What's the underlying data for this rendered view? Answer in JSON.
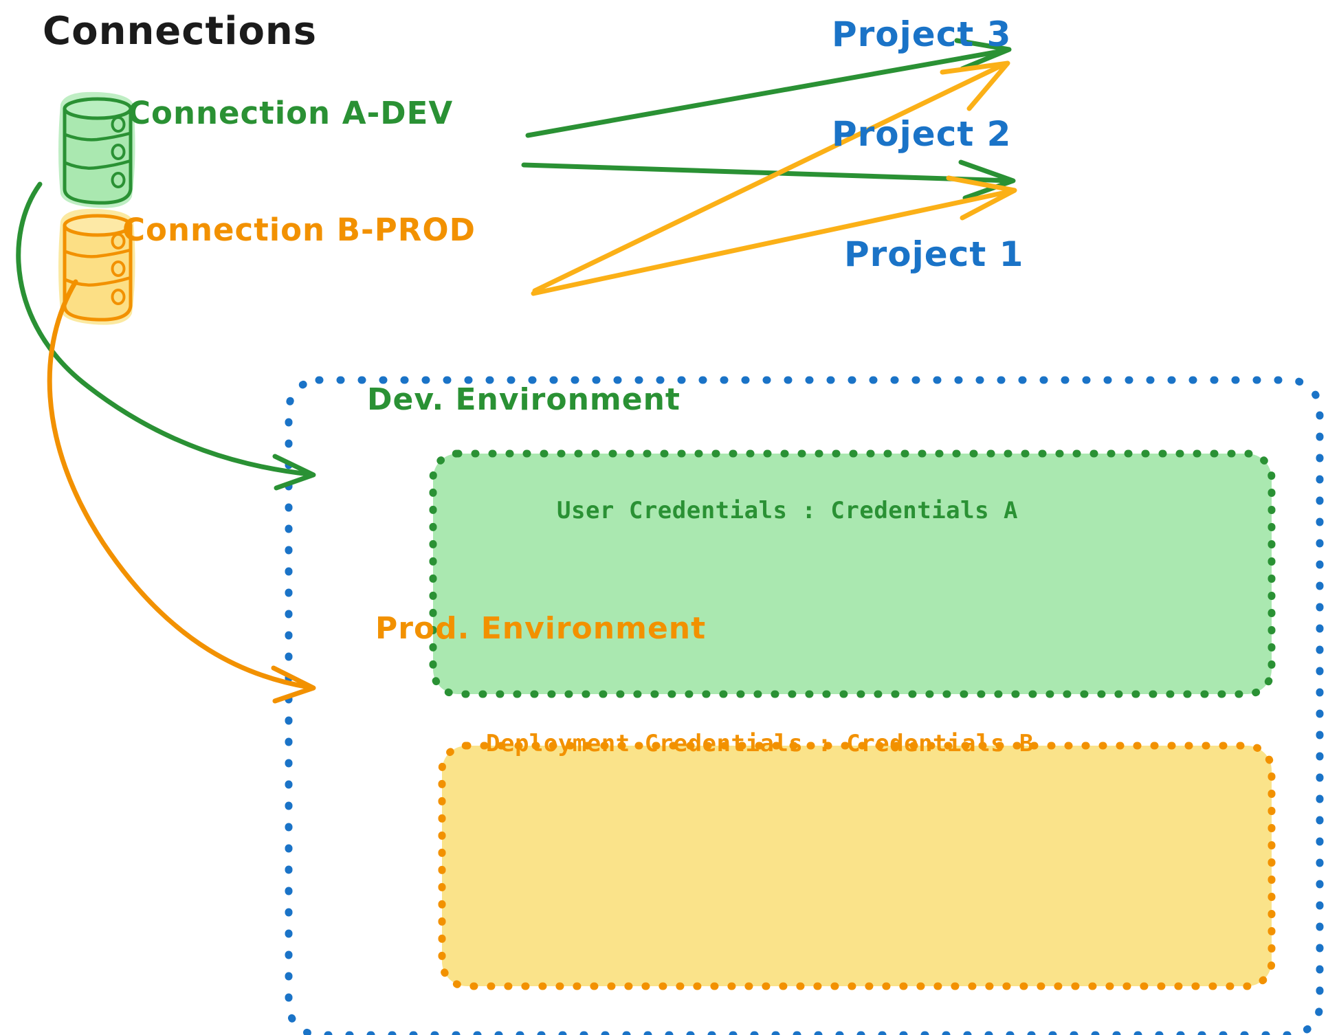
{
  "diagram": {
    "title": "Connections",
    "colors": {
      "green_stroke": "#2a9134",
      "green_fill": "#aae8b0",
      "orange_stroke": "#f29100",
      "orange_fill": "#fae38a",
      "blue_stroke": "#1a73c7",
      "black_text": "#1b1b1b",
      "background": "#ffffff"
    },
    "connections": [
      {
        "id": "a-dev",
        "label": "Connection A-DEV",
        "color": "#2a9134",
        "icon": "database-icon"
      },
      {
        "id": "b-prod",
        "label": "Connection B-PROD",
        "color": "#f29100",
        "icon": "database-icon"
      }
    ],
    "projects": [
      {
        "id": "project-3",
        "label": "Project 3"
      },
      {
        "id": "project-2",
        "label": "Project 2"
      },
      {
        "id": "project-1",
        "label": "Project 1"
      }
    ],
    "project_1_environments": [
      {
        "id": "dev",
        "title": "Dev. Environment",
        "credential_line": "User Credentials : Credentials A",
        "credential_key": "User Credentials",
        "credential_value": "Credentials A",
        "fill": "#aae8b0",
        "stroke": "#2a9134"
      },
      {
        "id": "prod",
        "title": "Prod. Environment",
        "credential_line": "Deployment Credentials : Credentials B",
        "credential_key": "Deployment Credentials",
        "credential_value": "Credentials B",
        "fill": "#fae38a",
        "stroke": "#f29100"
      }
    ],
    "edges": [
      {
        "from": "a-dev",
        "to": "project-3",
        "color": "#2a9134",
        "style": "straight-arrow"
      },
      {
        "from": "a-dev",
        "to": "project-2",
        "color": "#2a9134",
        "style": "straight-arrow"
      },
      {
        "from": "a-dev",
        "to": "dev",
        "color": "#2a9134",
        "style": "curved-arrow"
      },
      {
        "from": "b-prod",
        "to": "project-3",
        "color": "#f29100",
        "style": "straight-arrow"
      },
      {
        "from": "b-prod",
        "to": "project-2",
        "color": "#f29100",
        "style": "straight-arrow"
      },
      {
        "from": "b-prod",
        "to": "prod",
        "color": "#f29100",
        "style": "curved-arrow"
      }
    ]
  }
}
